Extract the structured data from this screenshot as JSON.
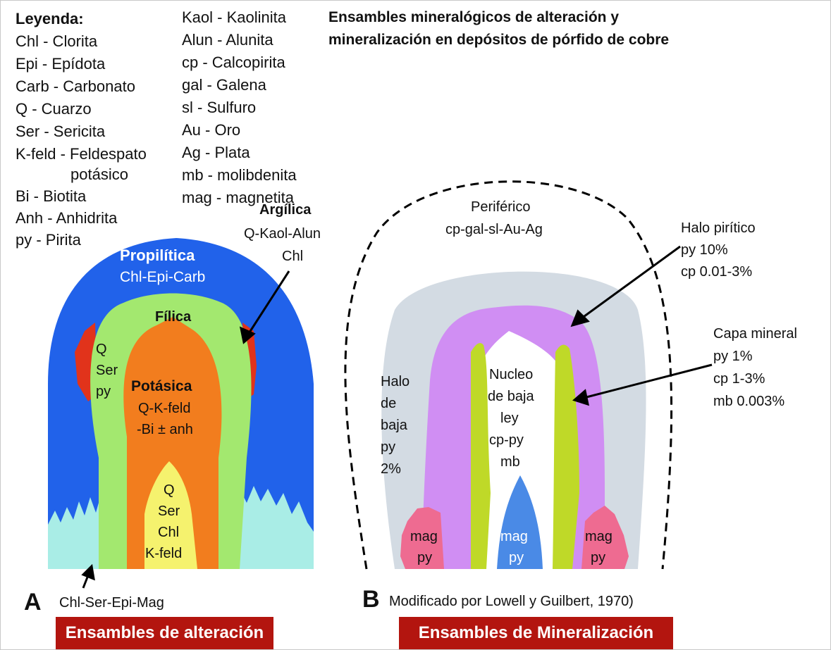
{
  "title": {
    "line1": "Ensambles mineralógicos de alteración y",
    "line2": "mineralización en depósitos de pórfido de cobre"
  },
  "legend": {
    "heading": "Leyenda:",
    "col1": [
      "Chl - Clorita",
      "Epi - Epídota",
      "Carb - Carbonato",
      "Q - Cuarzo",
      "Ser - Sericita",
      "K-feld - Feldespato",
      "potásico",
      "Bi - Biotita",
      "Anh - Anhidrita",
      "py - Pirita"
    ],
    "col2": [
      "Kaol - Kaolinita",
      "Alun - Alunita",
      "cp - Calcopirita",
      "gal - Galena",
      "sl - Sulfuro",
      "Au - Oro",
      "Ag - Plata",
      "mb - molibdenita",
      "mag - magnetita"
    ]
  },
  "diagram_a": {
    "letter": "A",
    "propilitica": {
      "name": "Propilítica",
      "minerals": "Chl-Epi-Carb"
    },
    "argilica": {
      "name": "Argílica",
      "line1": "Q-Kaol-Alun",
      "line2": "Chl"
    },
    "filica": {
      "name": "Fílica",
      "lines": [
        "Q",
        "Ser",
        "py"
      ]
    },
    "potasica": {
      "name": "Potásica",
      "line1": "Q-K-feld",
      "line2": "-Bi ± anh"
    },
    "core": {
      "lines": [
        "Q",
        "Ser",
        "Chl",
        "K-feld"
      ]
    },
    "base": "Chl-Ser-Epi-Mag",
    "badge": "Ensambles de alteración"
  },
  "diagram_b": {
    "letter": "B",
    "source": "Modificado por Lowell y Guilbert, 1970)",
    "periferico": {
      "line1": "Periférico",
      "line2": "cp-gal-sl-Au-Ag"
    },
    "halo_piritico": {
      "lines": [
        "Halo pirítico",
        "py 10%",
        "cp 0.01-3%"
      ]
    },
    "capa_mineral": {
      "lines": [
        "Capa mineral",
        "py 1%",
        "cp 1-3%",
        "mb 0.003%"
      ]
    },
    "halo_baja": {
      "lines": [
        "Halo",
        "de",
        "baja",
        "py",
        "2%"
      ]
    },
    "nucleo": {
      "lines": [
        "Nucleo",
        "de baja",
        "ley",
        "cp-py",
        "mb"
      ]
    },
    "mag_py": {
      "top": "mag",
      "bottom": "py"
    },
    "badge": "Ensambles de Mineralización"
  },
  "colors": {
    "propilitica": "#2162ea",
    "filica": "#a3e86f",
    "potasica": "#f27d1e",
    "core_yellow": "#f5f26e",
    "argilica": "#e1331b",
    "base_cyan": "#a9ede6",
    "periferico_gray": "#d3dbe3",
    "halo_piritico": "#d08ef3",
    "capa_mineral": "#bfd928",
    "mag_pink": "#ee6b91",
    "mag_blue": "#4a8ae6",
    "badge_red": "#b3150f"
  }
}
